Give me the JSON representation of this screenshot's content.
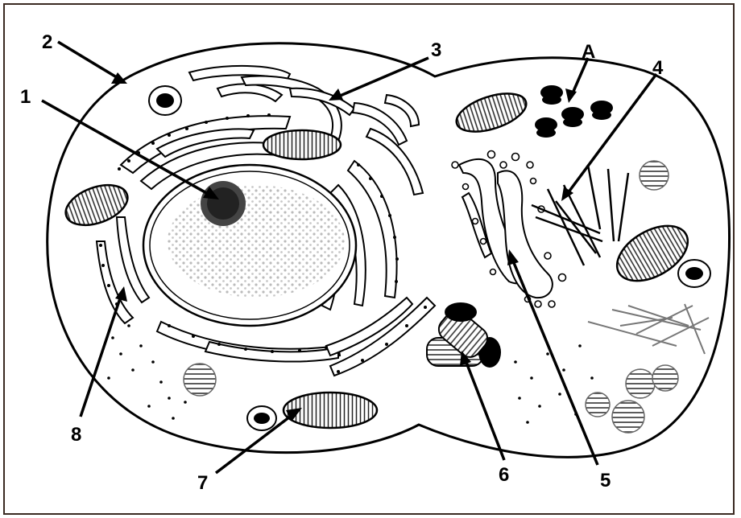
{
  "diagram": {
    "labels": {
      "l1": "1",
      "l2": "2",
      "l3": "3",
      "l4": "4",
      "l5": "5",
      "l6": "6",
      "l7": "7",
      "l8": "8",
      "lA": "A"
    }
  }
}
